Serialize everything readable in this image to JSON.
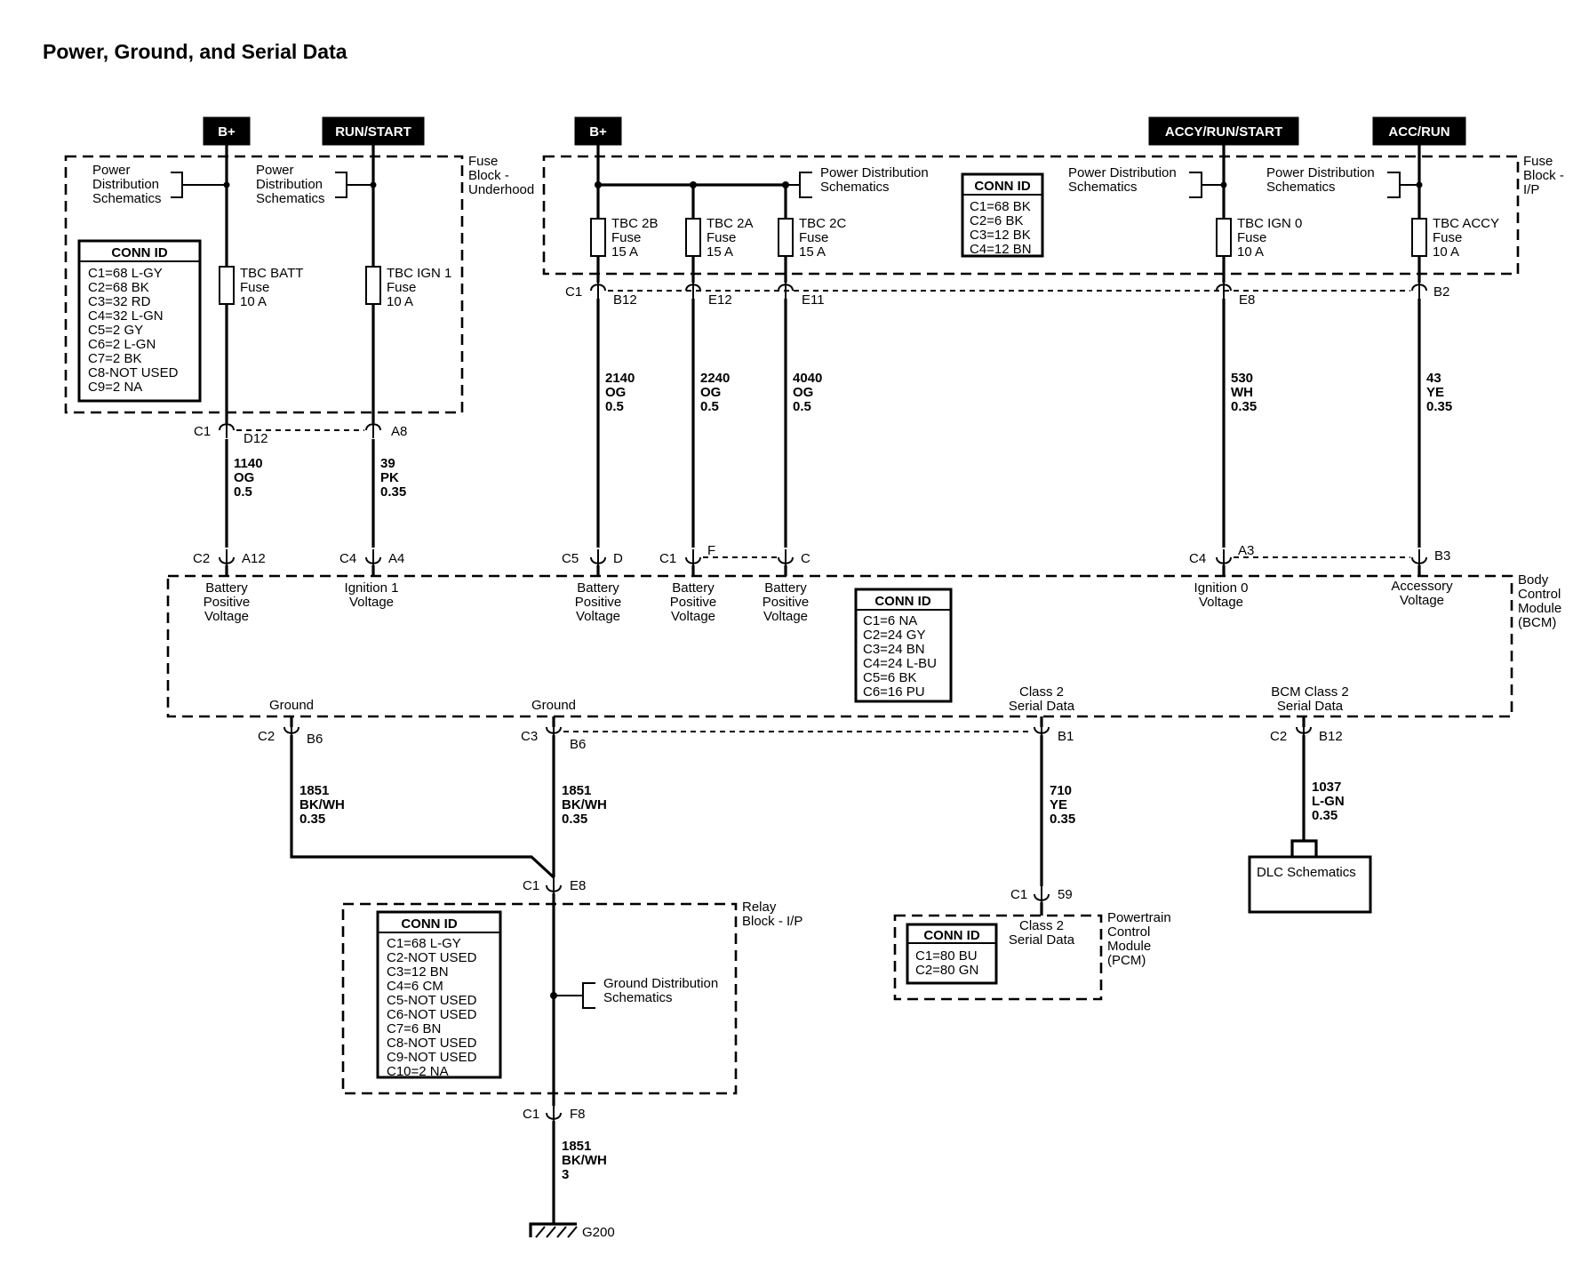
{
  "title": "Power, Ground, and Serial Data",
  "sources": {
    "bplus_1": "B+",
    "run_start": "RUN/START",
    "bplus_2": "B+",
    "accy_run_start": "ACCY/RUN/START",
    "acc_run": "ACC/RUN"
  },
  "modules": {
    "fuse_underhood": [
      "Fuse",
      "Block -",
      "Underhood"
    ],
    "fuse_ip": [
      "Fuse",
      "Block -",
      "I/P"
    ],
    "bcm": [
      "Body",
      "Control",
      "Module",
      "(BCM)"
    ],
    "relay_ip": [
      "Relay",
      "Block - I/P"
    ],
    "pcm": [
      "Powertrain",
      "Control",
      "Module",
      "(PCM)"
    ],
    "dlc": "DLC Schematics"
  },
  "refs": {
    "pds_a": [
      "Power",
      "Distribution",
      "Schematics"
    ],
    "pds_b": [
      "Power",
      "Distribution",
      "Schematics"
    ],
    "pds_c": [
      "Power Distribution",
      "Schematics"
    ],
    "pds_d": [
      "Power Distribution",
      "Schematics"
    ],
    "pds_e": [
      "Power Distribution",
      "Schematics"
    ],
    "gds": [
      "Ground Distribution",
      "Schematics"
    ]
  },
  "conn_tables": {
    "underhood": {
      "title": "CONN ID",
      "rows": [
        "C1=68 L-GY",
        "C2=68 BK",
        "C3=32 RD",
        "C4=32 L-GN",
        "C5=2 GY",
        "C6=2 L-GN",
        "C7=2 BK",
        "C8-NOT USED",
        "C9=2 NA"
      ]
    },
    "ip_fuse": {
      "title": "CONN ID",
      "rows": [
        "C1=68 BK",
        "C2=6 BK",
        "C3=12 BK",
        "C4=12 BN"
      ]
    },
    "bcm": {
      "title": "CONN ID",
      "rows": [
        "C1=6 NA",
        "C2=24 GY",
        "C3=24 BN",
        "C4=24 L-BU",
        "C5=6 BK",
        "C6=16 PU"
      ]
    },
    "relay": {
      "title": "CONN ID",
      "rows": [
        "C1=68 L-GY",
        "C2-NOT USED",
        "C3=12 BN",
        "C4=6 CM",
        "C5-NOT USED",
        "C6-NOT USED",
        "C7=6 BN",
        "C8-NOT USED",
        "C9-NOT USED",
        "C10=2 NA"
      ]
    },
    "pcm": {
      "title": "CONN ID",
      "rows": [
        "C1=80 BU",
        "C2=80 GN"
      ]
    }
  },
  "fuses": {
    "batt": [
      "TBC BATT",
      "Fuse",
      "10 A"
    ],
    "ign1": [
      "TBC IGN 1",
      "Fuse",
      "10 A"
    ],
    "tbc2b": [
      "TBC 2B",
      "Fuse",
      "15 A"
    ],
    "tbc2a": [
      "TBC 2A",
      "Fuse",
      "15 A"
    ],
    "tbc2c": [
      "TBC 2C",
      "Fuse",
      "15 A"
    ],
    "ign0": [
      "TBC IGN 0",
      "Fuse",
      "10 A"
    ],
    "accy": [
      "TBC ACCY",
      "Fuse",
      "10 A"
    ]
  },
  "wires": {
    "w1140": [
      "1140",
      "OG",
      "0.5"
    ],
    "w39": [
      "39",
      "PK",
      "0.35"
    ],
    "w2140": [
      "2140",
      "OG",
      "0.5"
    ],
    "w2240": [
      "2240",
      "OG",
      "0.5"
    ],
    "w4040": [
      "4040",
      "OG",
      "0.5"
    ],
    "w530": [
      "530",
      "WH",
      "0.35"
    ],
    "w43": [
      "43",
      "YE",
      "0.35"
    ],
    "w1851a": [
      "1851",
      "BK/WH",
      "0.35"
    ],
    "w1851b": [
      "1851",
      "BK/WH",
      "0.35"
    ],
    "w710": [
      "710",
      "YE",
      "0.35"
    ],
    "w1037": [
      "1037",
      "L-GN",
      "0.35"
    ],
    "w1851c": [
      "1851",
      "BK/WH",
      "3"
    ]
  },
  "connectors": {
    "uh_c1": "C1",
    "uh_d12": "D12",
    "uh_a8": "A8",
    "bcm_c2a": "C2",
    "bcm_a12": "A12",
    "bcm_c4a": "C4",
    "bcm_a4": "A4",
    "ip_c1": "C1",
    "ip_b12": "B12",
    "ip_e12": "E12",
    "ip_e11": "E11",
    "ip_e8": "E8",
    "ip_b2": "B2",
    "bcm_c5": "C5",
    "bcm_d": "D",
    "bcm_c1": "C1",
    "bcm_f": "F",
    "bcm_c": "C",
    "bcm_c4b": "C4",
    "bcm_a3": "A3",
    "bcm_b3": "B3",
    "bcm_c2b": "C2",
    "bcm_b6a": "B6",
    "bcm_c3": "C3",
    "bcm_b6b": "B6",
    "bcm_b1": "B1",
    "bcm_c2c": "C2",
    "bcm_b12": "B12",
    "rb_c1a": "C1",
    "rb_e8": "E8",
    "rb_c1b": "C1",
    "rb_f8": "F8",
    "pcm_c1": "C1",
    "pcm_59": "59"
  },
  "pins": {
    "bpv1": [
      "Battery",
      "Positive",
      "Voltage"
    ],
    "ign1v": [
      "Ignition 1",
      "Voltage"
    ],
    "bpv2": [
      "Battery",
      "Positive",
      "Voltage"
    ],
    "bpv3": [
      "Battery",
      "Positive",
      "Voltage"
    ],
    "bpv4": [
      "Battery",
      "Positive",
      "Voltage"
    ],
    "ign0v": [
      "Ignition 0",
      "Voltage"
    ],
    "accv": [
      "Accessory",
      "Voltage"
    ],
    "gnd1": "Ground",
    "gnd2": "Ground",
    "class2": [
      "Class 2",
      "Serial Data"
    ],
    "bcmclass2": [
      "BCM Class 2",
      "Serial Data"
    ],
    "pcmclass2": [
      "Class 2",
      "Serial Data"
    ]
  },
  "ground": "G200"
}
